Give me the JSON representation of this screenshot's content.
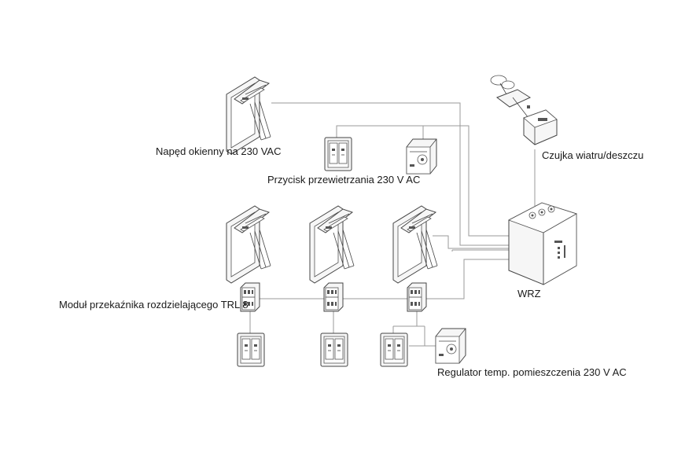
{
  "labels": {
    "window_drive": "Napęd okienny na 230 VAC",
    "vent_button": "Przycisk przewietrzania 230 V AC",
    "wind_rain_sensor": "Czujka wiatru/deszczu",
    "relay_module": "Moduł przekaźnika rozdzielającego TRL 8",
    "controller": "WRZ",
    "room_thermostat": "Regulator temp. pomieszczenia 230 V AC"
  },
  "icons": {
    "window": "window-drive-icon",
    "button": "double-switch-icon",
    "thermostat": "room-thermostat-icon",
    "sensor": "wind-rain-sensor-icon",
    "relay": "relay-module-icon",
    "controller": "controller-box-icon"
  }
}
